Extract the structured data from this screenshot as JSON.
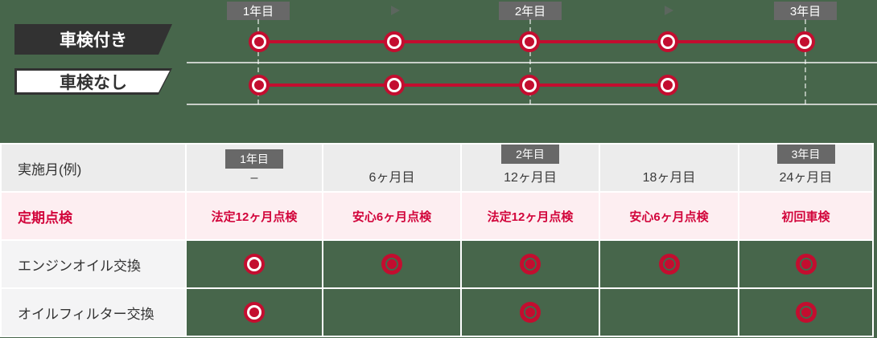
{
  "colors": {
    "background_green": "#47664B",
    "brand_red": "#c30d2f",
    "red_text": "#d2063c",
    "badge_gray": "#686868",
    "dark_badge": "#323232"
  },
  "legend": {
    "with_inspection": "車検付き",
    "without_inspection": "車検なし"
  },
  "timeline": {
    "year_labels": [
      "1年目",
      "2年目",
      "3年目"
    ],
    "tracks": [
      {
        "name": "車検付き",
        "markers": [
          "ring",
          "ring",
          "ring",
          "ring",
          "ring"
        ]
      },
      {
        "name": "車検なし",
        "markers": [
          "ring",
          "ring",
          "ring",
          "ring",
          "none"
        ]
      }
    ]
  },
  "table": {
    "header": {
      "row_label": "実施月(例)",
      "cells": [
        {
          "year_badge": "1年目",
          "month": "–"
        },
        {
          "month": "6ヶ月目"
        },
        {
          "year_badge": "2年目",
          "month": "12ヶ月目"
        },
        {
          "month": "18ヶ月目"
        },
        {
          "year_badge": "3年目",
          "month": "24ヶ月目"
        }
      ]
    },
    "rows": [
      {
        "label": "定期点検",
        "values": [
          "法定12ヶ月点検",
          "安心6ヶ月点検",
          "法定12ヶ月点検",
          "安心6ヶ月点検",
          "初回車検"
        ]
      },
      {
        "label": "エンジンオイル交換",
        "markers": [
          "ring",
          "dot",
          "dot",
          "dot",
          "dot"
        ]
      },
      {
        "label": "オイルフィルター交換",
        "markers": [
          "ring",
          "none",
          "dot",
          "none",
          "dot"
        ]
      }
    ]
  }
}
